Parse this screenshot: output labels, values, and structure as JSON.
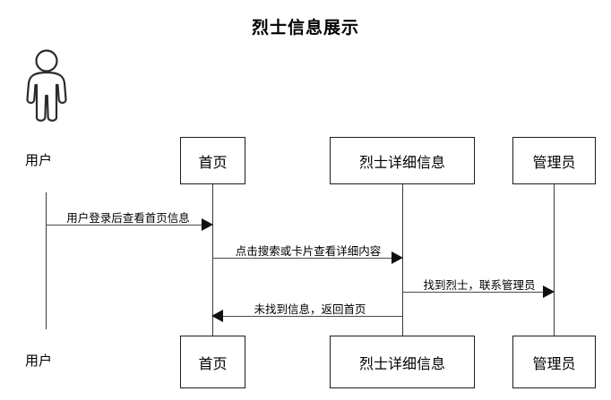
{
  "title": "烈士信息展示",
  "actor": {
    "icon": "person-actor-icon",
    "label_top": "用户",
    "label_bottom": "用户"
  },
  "participants": [
    {
      "id": "home",
      "label_top": "首页",
      "label_bottom": "首页"
    },
    {
      "id": "martyr-detail",
      "label_top": "烈士详细信息",
      "label_bottom": "烈士详细信息"
    },
    {
      "id": "admin",
      "label_top": "管理员",
      "label_bottom": "管理员"
    }
  ],
  "messages": [
    {
      "id": "m1",
      "label": "用户登录后查看首页信息",
      "from": "用户",
      "to": "首页",
      "direction": "right"
    },
    {
      "id": "m2",
      "label": "点击搜索或卡片查看详细内容",
      "from": "首页",
      "to": "烈士详细信息",
      "direction": "right"
    },
    {
      "id": "m3",
      "label": "找到烈士，联系管理员",
      "from": "烈士详细信息",
      "to": "管理员",
      "direction": "right"
    },
    {
      "id": "m4",
      "label": "未找到信息，返回首页",
      "from": "烈士详细信息",
      "to": "首页",
      "direction": "left"
    }
  ],
  "colors": {
    "background": "#ffffff",
    "stroke": "#1d1d1d",
    "line": "#4a4a4a",
    "text": "#000000"
  }
}
